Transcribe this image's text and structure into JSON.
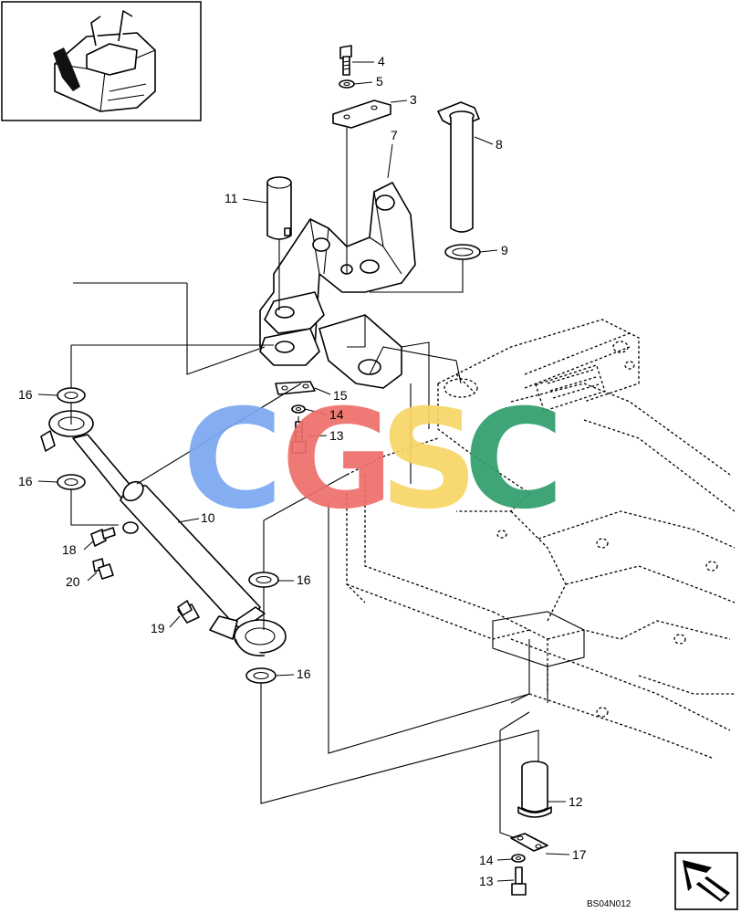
{
  "diagram": {
    "drawing_code": "BS04N012",
    "watermark": {
      "letters": [
        "C",
        "G",
        "S",
        "C"
      ],
      "colors": [
        "#7aa8f0",
        "#ee6f6a",
        "#f7d565",
        "#2f9e6c"
      ]
    },
    "callouts": [
      {
        "id": "c4",
        "text": "4"
      },
      {
        "id": "c5",
        "text": "5"
      },
      {
        "id": "c3",
        "text": "3"
      },
      {
        "id": "c7",
        "text": "7"
      },
      {
        "id": "c8",
        "text": "8"
      },
      {
        "id": "c11",
        "text": "11"
      },
      {
        "id": "c9",
        "text": "9"
      },
      {
        "id": "c16a",
        "text": "16"
      },
      {
        "id": "c15",
        "text": "15"
      },
      {
        "id": "c14a",
        "text": "14"
      },
      {
        "id": "c13a",
        "text": "13"
      },
      {
        "id": "c16b",
        "text": "16"
      },
      {
        "id": "c10",
        "text": "10"
      },
      {
        "id": "c18",
        "text": "18"
      },
      {
        "id": "c20",
        "text": "20"
      },
      {
        "id": "c16c",
        "text": "16"
      },
      {
        "id": "c19",
        "text": "19"
      },
      {
        "id": "c16d",
        "text": "16"
      },
      {
        "id": "c12",
        "text": "12"
      },
      {
        "id": "c17",
        "text": "17"
      },
      {
        "id": "c14b",
        "text": "14"
      },
      {
        "id": "c13b",
        "text": "13"
      }
    ]
  }
}
